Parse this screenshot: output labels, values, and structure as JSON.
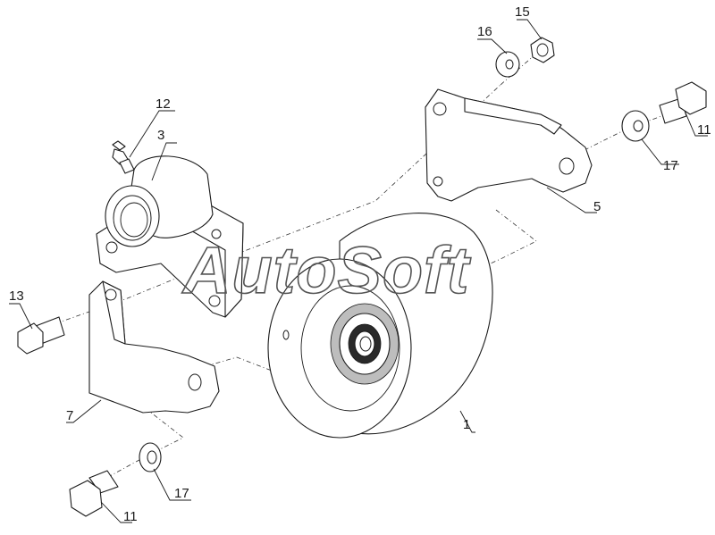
{
  "diagram": {
    "callouts": [
      {
        "id": "c1",
        "label": "1"
      },
      {
        "id": "c3",
        "label": "3"
      },
      {
        "id": "c5",
        "label": "5"
      },
      {
        "id": "c7",
        "label": "7"
      },
      {
        "id": "c11a",
        "label": "11"
      },
      {
        "id": "c11b",
        "label": "11"
      },
      {
        "id": "c12",
        "label": "12"
      },
      {
        "id": "c13",
        "label": "13"
      },
      {
        "id": "c15",
        "label": "15"
      },
      {
        "id": "c16",
        "label": "16"
      },
      {
        "id": "c17a",
        "label": "17"
      },
      {
        "id": "c17b",
        "label": "17"
      }
    ]
  },
  "watermark": {
    "text": "AutoSoft"
  },
  "colors": {
    "line": "#1a1a1a",
    "background": "#ffffff"
  }
}
